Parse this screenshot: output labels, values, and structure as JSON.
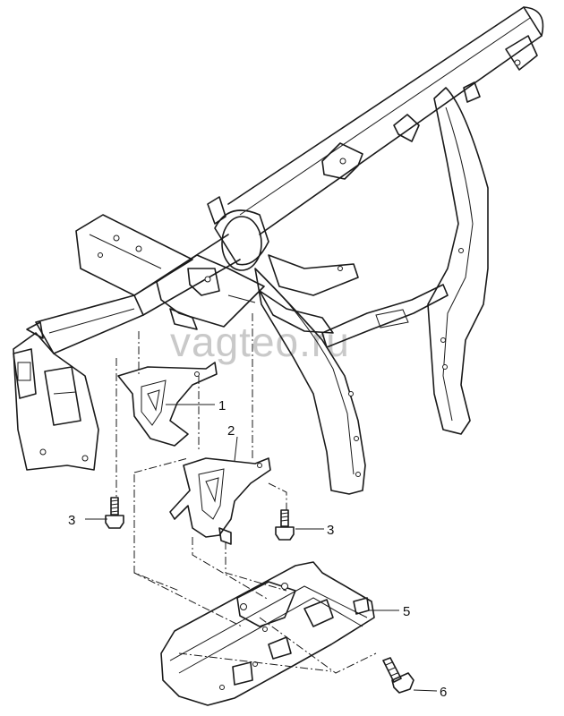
{
  "watermark": "vagteo.ru",
  "callouts": [
    {
      "id": "c1",
      "label": "1"
    },
    {
      "id": "c2",
      "label": "2"
    },
    {
      "id": "c3a",
      "label": "3"
    },
    {
      "id": "c3b",
      "label": "3"
    },
    {
      "id": "c5",
      "label": "5"
    },
    {
      "id": "c6",
      "label": "6"
    }
  ]
}
